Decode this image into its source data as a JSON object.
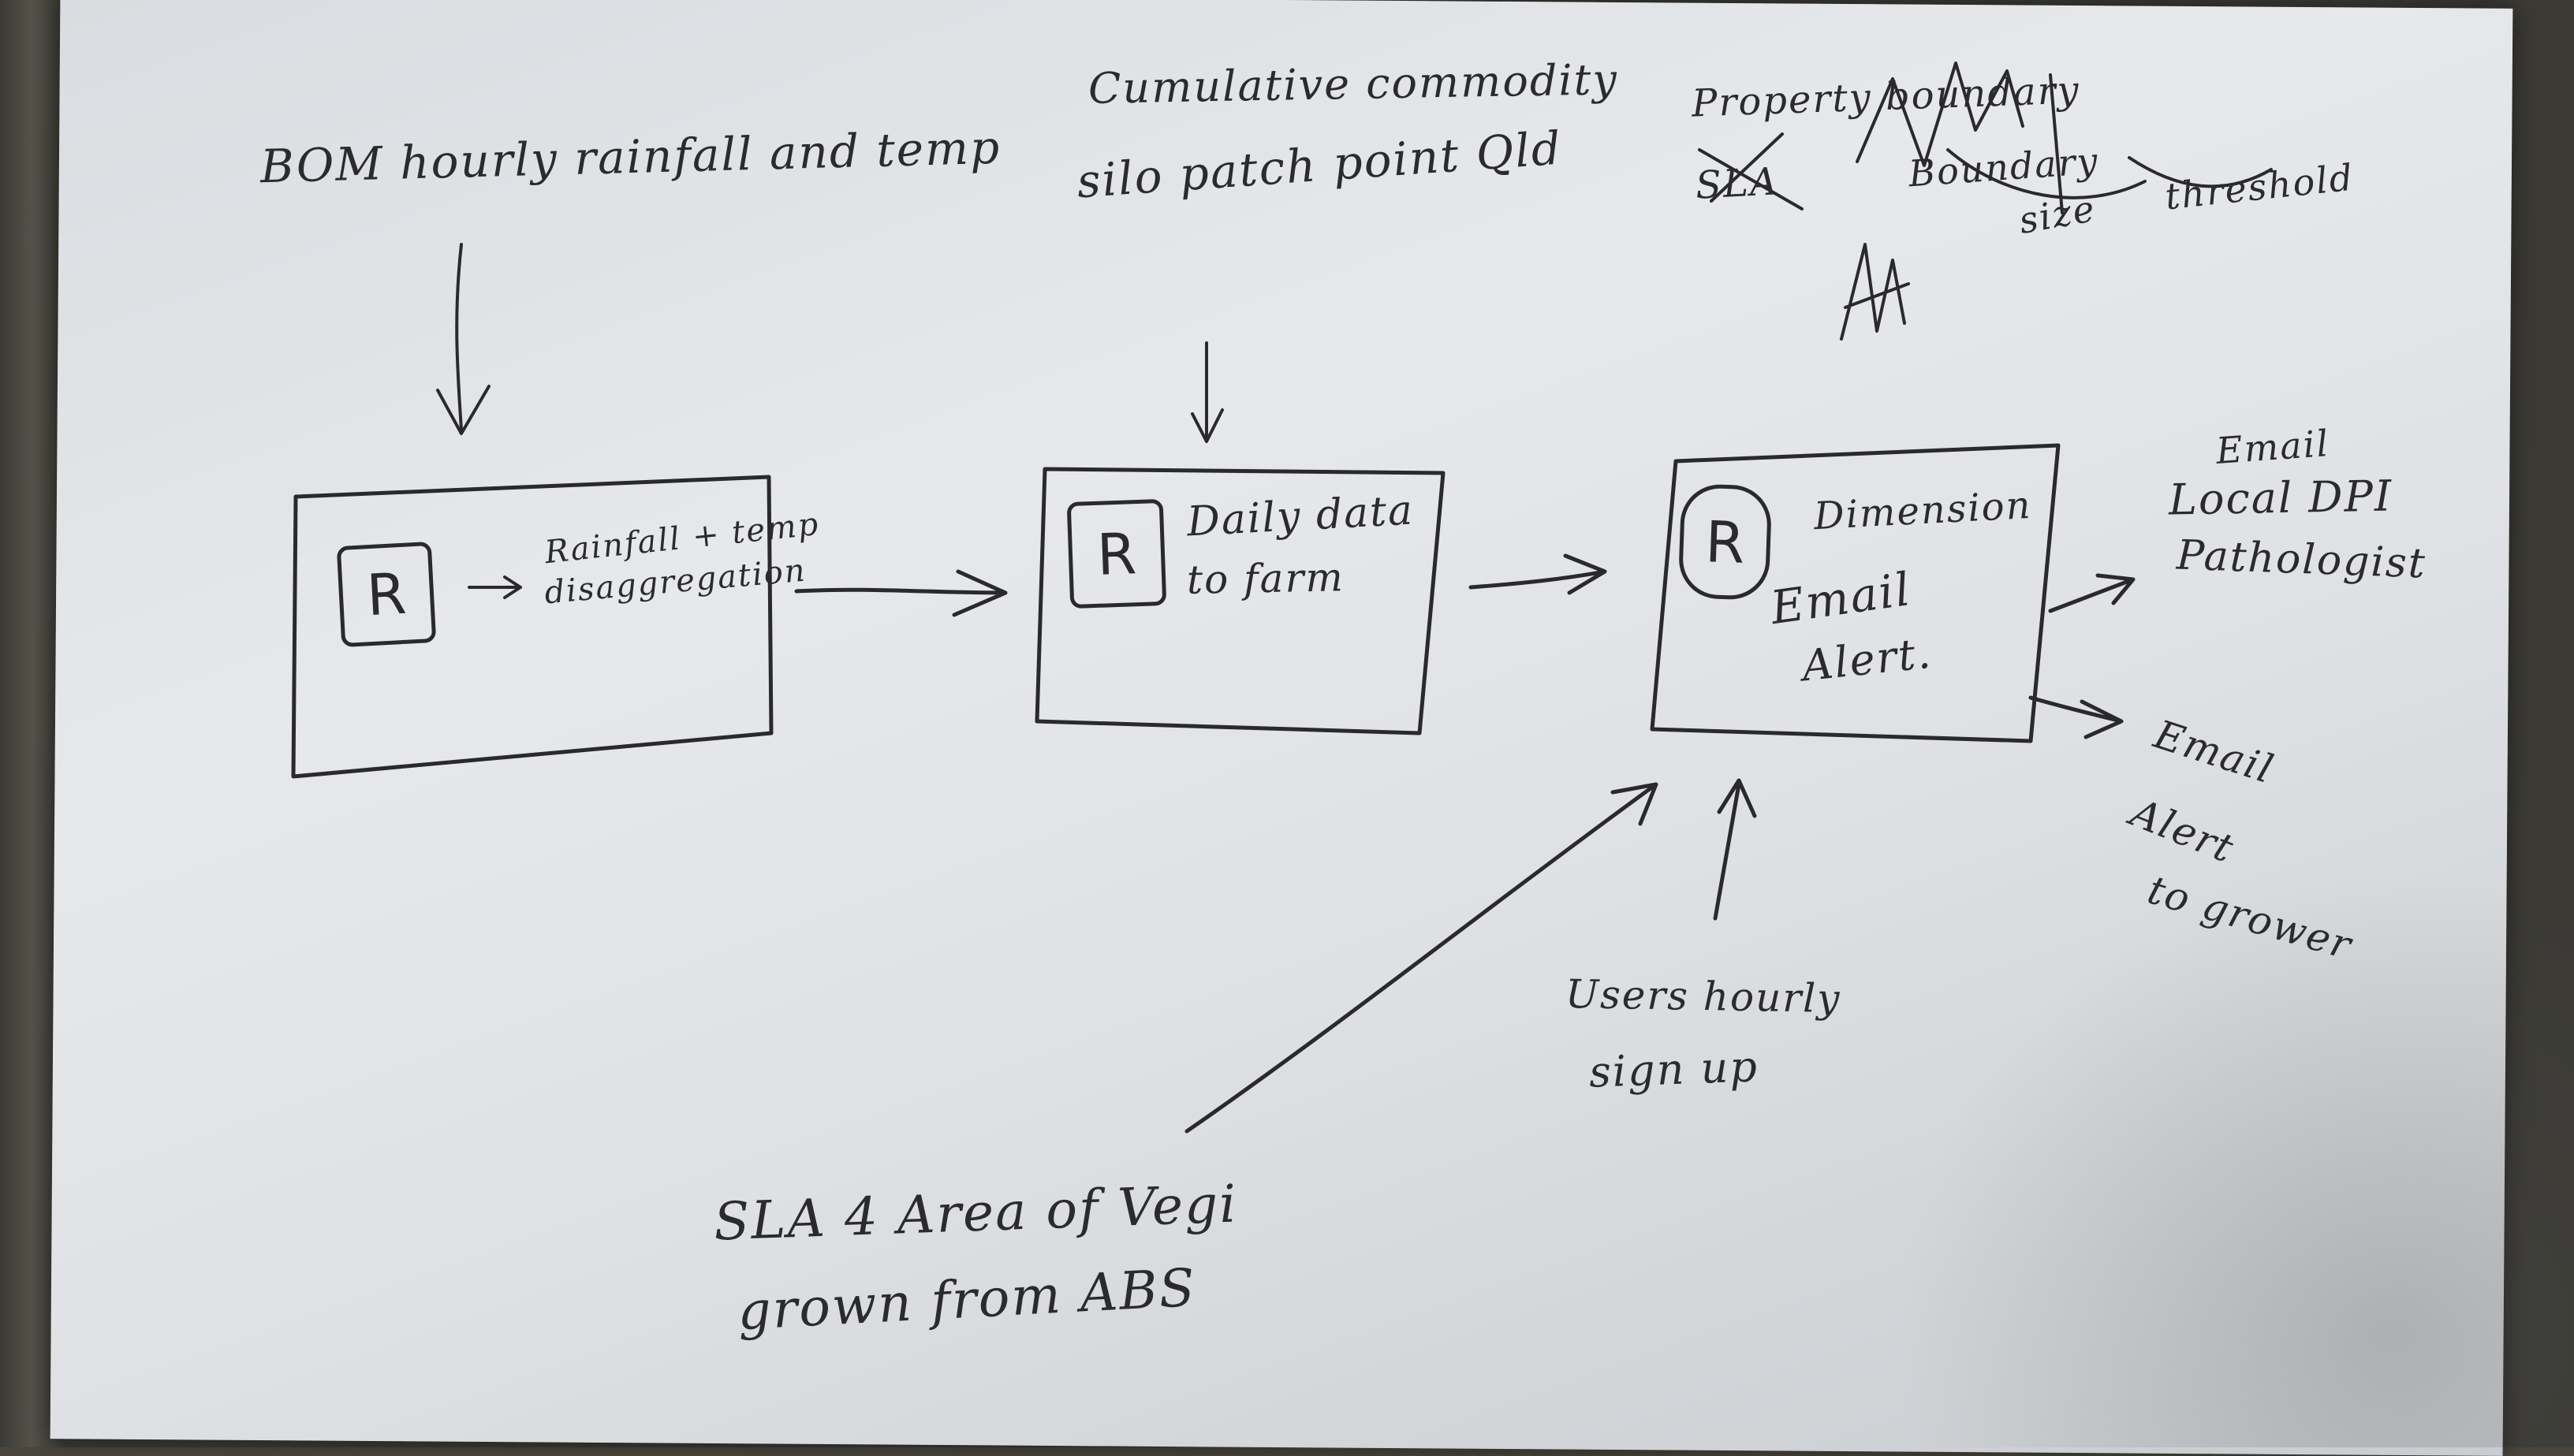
{
  "sources": {
    "bom": "BOM hourly rainfall and temp",
    "commodity": [
      "Cumulative commodity",
      "silo patch point Qld"
    ],
    "property": [
      "Property boundary",
      "SLA",
      "Boundary",
      "size",
      "threshold"
    ]
  },
  "boxes": [
    {
      "badge": "R",
      "lines": [
        "Rainfall + temp",
        "disaggregation"
      ]
    },
    {
      "badge": "R",
      "lines": [
        "Daily data",
        "to farm"
      ]
    },
    {
      "badge": "R",
      "lines": [
        "Dimension",
        "Email",
        "Alert."
      ]
    }
  ],
  "outputs": {
    "email_local": [
      "Email",
      "Local DPI",
      "Pathologist"
    ],
    "email_grower": [
      "Email",
      "Alert",
      "to grower"
    ]
  },
  "inputs": {
    "users": [
      "Users hourly",
      "sign up"
    ],
    "sla": [
      "SLA 4 Area of Vegi",
      "grown from ABS"
    ]
  }
}
